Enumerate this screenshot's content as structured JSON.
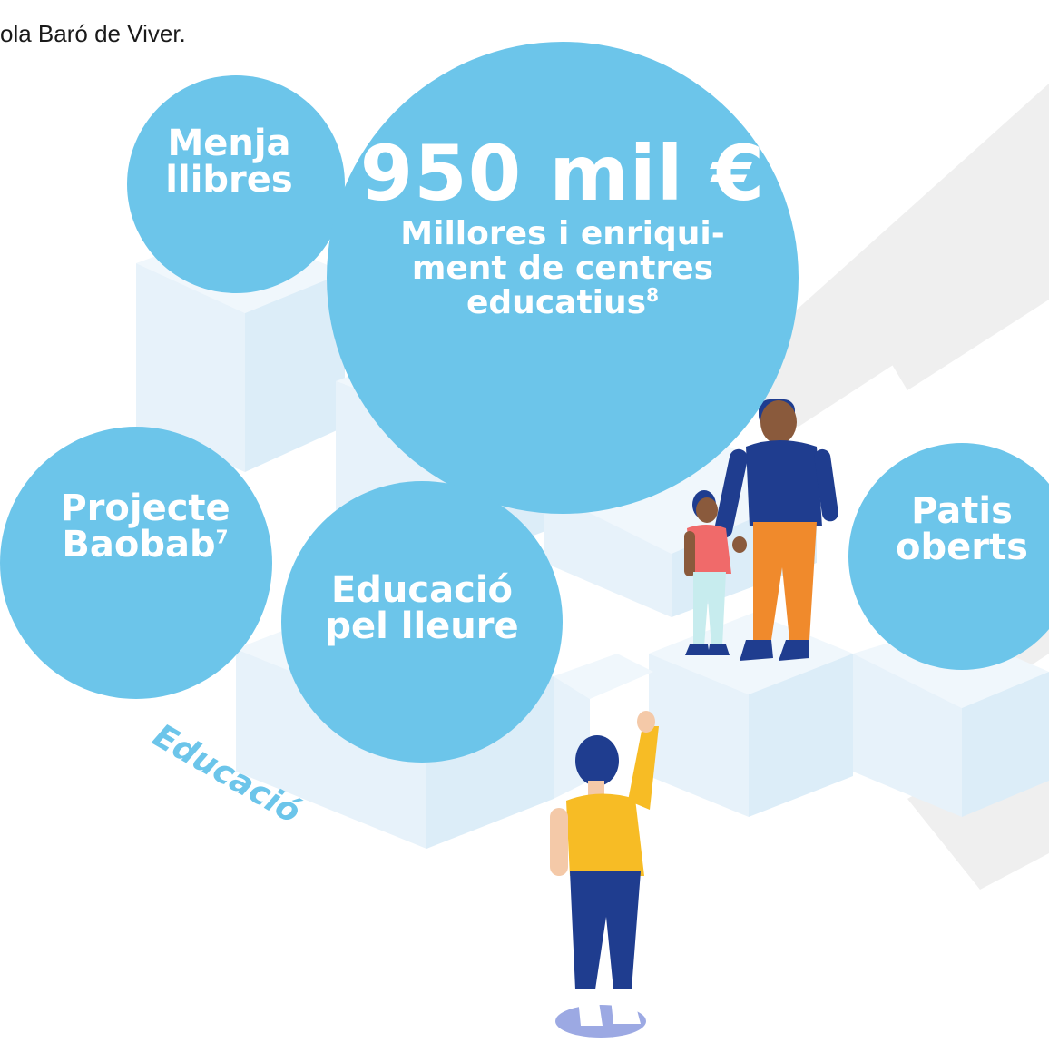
{
  "caption": "ola Baró de Viver.",
  "circles": {
    "menja": "Menja\nllibres",
    "big_amount": "950 mil €",
    "big_desc": "Millores i enriqui-\nment de centres\neducatius",
    "big_sup": "8",
    "baobab": "Projecte\nBaobab",
    "baobab_sup": "7",
    "lleure": "Educació\npel lleure",
    "patis": "Patis\noberts"
  },
  "area_label": "Educació",
  "colors": {
    "circle": "#6cc5ea",
    "block_top": "#f0f7fc",
    "block_side": "#dcedf8",
    "block_front": "#e7f2fa",
    "watermark": "#efefef"
  }
}
